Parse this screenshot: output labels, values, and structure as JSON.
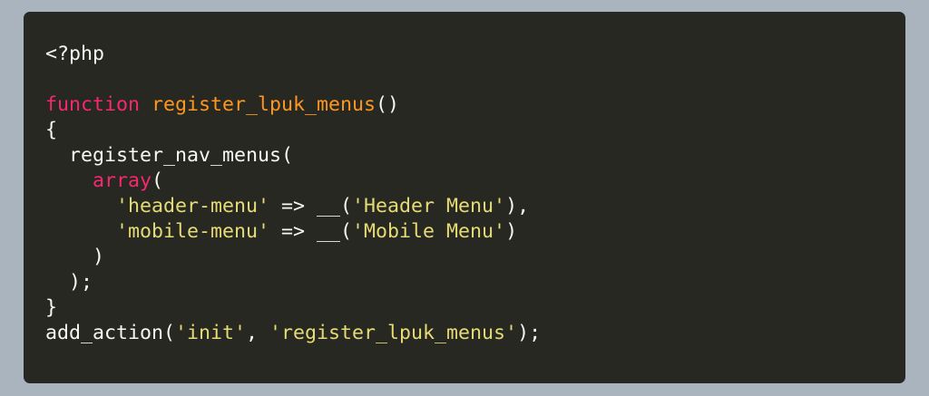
{
  "code": {
    "language": "php",
    "colors": {
      "background": "#272822",
      "keyword": "#f92672",
      "function": "#fd971f",
      "string": "#e6db74",
      "plain": "#f8f8f2"
    },
    "lines": [
      [
        {
          "t": "pl",
          "v": "<?php"
        }
      ],
      [],
      [
        {
          "t": "kw",
          "v": "function"
        },
        {
          "t": "pl",
          "v": " "
        },
        {
          "t": "fn",
          "v": "register_lpuk_menus"
        },
        {
          "t": "pl",
          "v": "()"
        }
      ],
      [
        {
          "t": "pl",
          "v": "{"
        }
      ],
      [
        {
          "t": "pl",
          "v": "  register_nav_menus("
        }
      ],
      [
        {
          "t": "pl",
          "v": "    "
        },
        {
          "t": "kw",
          "v": "array"
        },
        {
          "t": "pl",
          "v": "("
        }
      ],
      [
        {
          "t": "pl",
          "v": "      "
        },
        {
          "t": "str",
          "v": "'header-menu'"
        },
        {
          "t": "pl",
          "v": " => __("
        },
        {
          "t": "str",
          "v": "'Header Menu'"
        },
        {
          "t": "pl",
          "v": "),"
        }
      ],
      [
        {
          "t": "pl",
          "v": "      "
        },
        {
          "t": "str",
          "v": "'mobile-menu'"
        },
        {
          "t": "pl",
          "v": " => __("
        },
        {
          "t": "str",
          "v": "'Mobile Menu'"
        },
        {
          "t": "pl",
          "v": ")"
        }
      ],
      [
        {
          "t": "pl",
          "v": "    )"
        }
      ],
      [
        {
          "t": "pl",
          "v": "  );"
        }
      ],
      [
        {
          "t": "pl",
          "v": "}"
        }
      ],
      [
        {
          "t": "pl",
          "v": "add_action("
        },
        {
          "t": "str",
          "v": "'init'"
        },
        {
          "t": "pl",
          "v": ", "
        },
        {
          "t": "str",
          "v": "'register_lpuk_menus'"
        },
        {
          "t": "pl",
          "v": ");"
        }
      ]
    ]
  }
}
